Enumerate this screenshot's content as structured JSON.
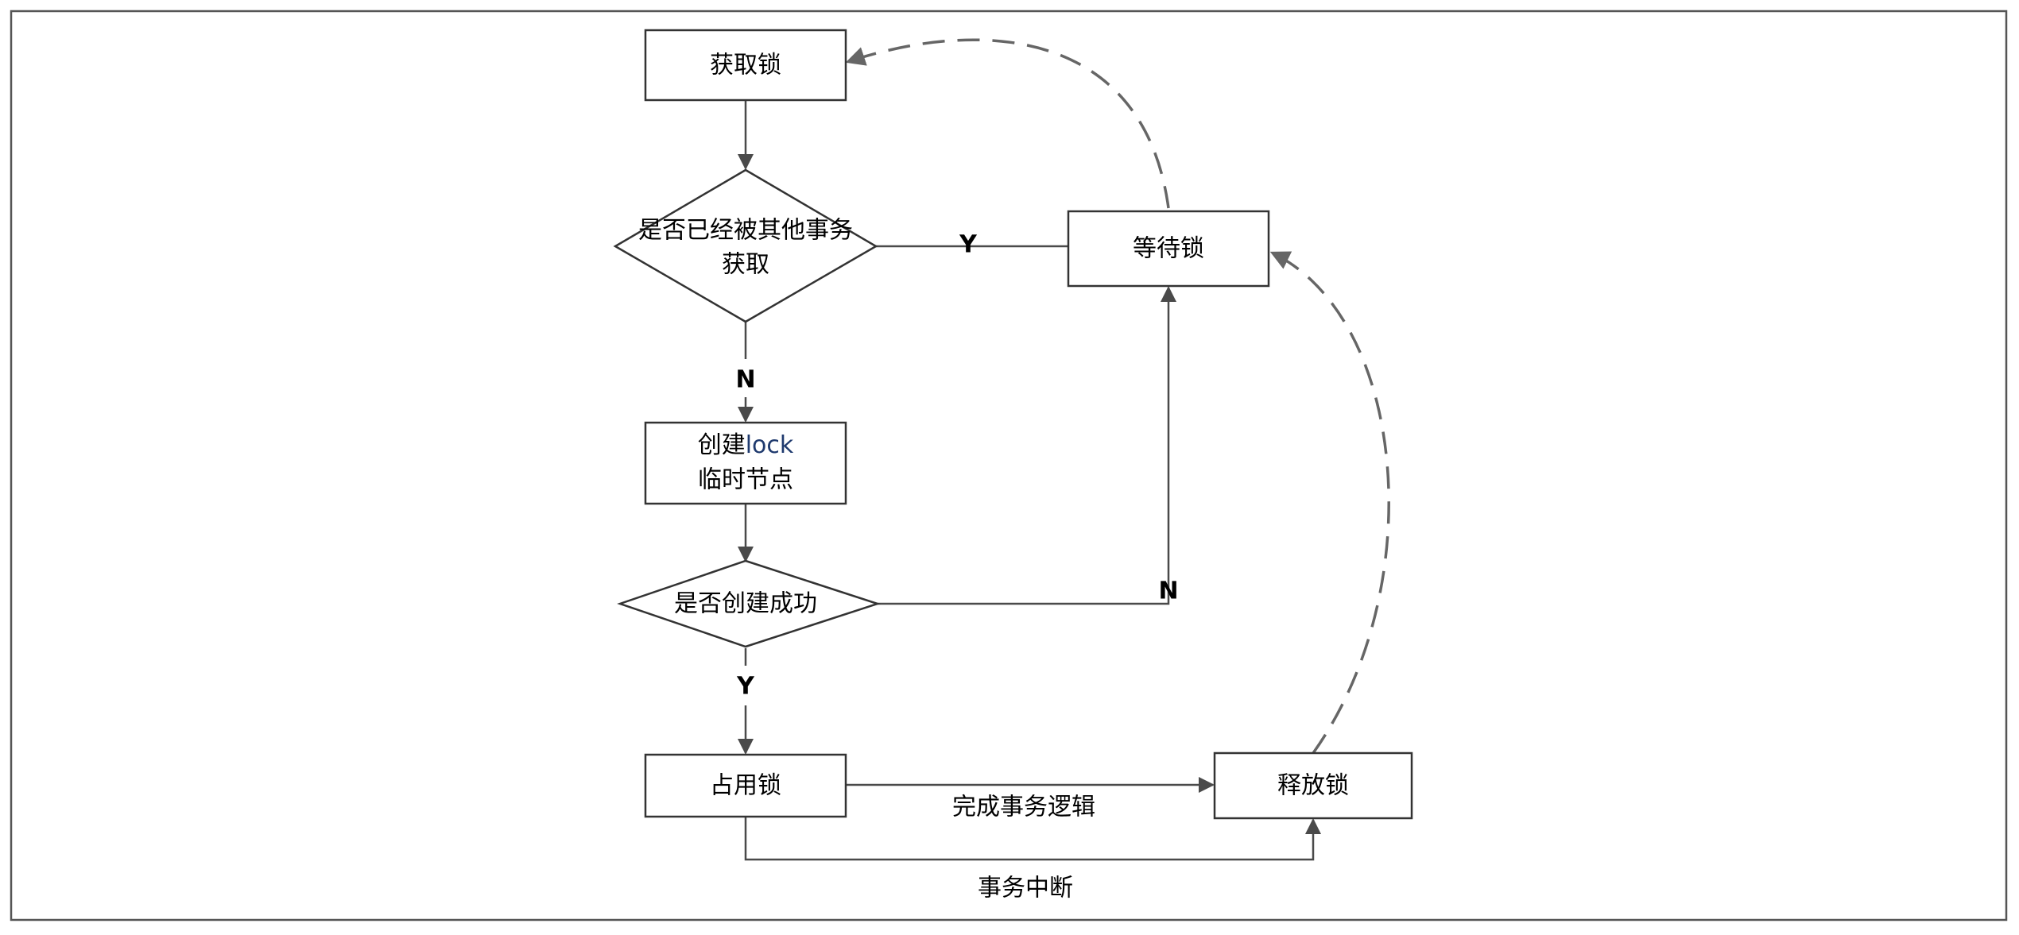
{
  "nodes": {
    "acquire_lock": "获取锁",
    "check_held": {
      "line1": "是否已经被其他事务",
      "line2": "获取"
    },
    "wait_lock": "等待锁",
    "create_node": {
      "line1_prefix": "创建",
      "line1_suffix": "lock",
      "line2": "临时节点"
    },
    "check_created": "是否创建成功",
    "occupy_lock": "占用锁",
    "release_lock": "释放锁"
  },
  "edge_labels": {
    "held_yes": "Y",
    "held_no": "N",
    "created_no": "N",
    "created_yes": "Y",
    "finish_logic": "完成事务逻辑",
    "interrupt": "事务中断"
  },
  "colors": {
    "lock_text": "#1f3a6e"
  }
}
